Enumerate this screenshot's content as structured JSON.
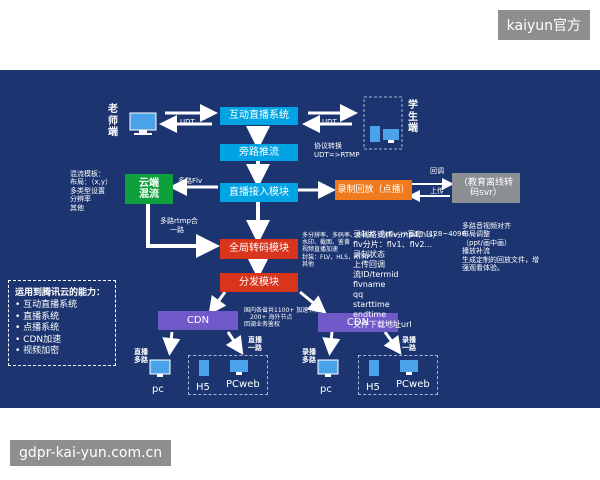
{
  "watermarks": {
    "top": "kaiyun官方",
    "bottom": "gdpr-kai-yun.com.cn"
  },
  "nodes": {
    "teacher": "老师端",
    "student": "学生端",
    "interactive": "互动直播系统",
    "bypass": "旁路推流",
    "ingest": "直播接入模块",
    "mixer": "云端混流",
    "record": "录制回放（点播）",
    "offline": "（教育离线转码svr）",
    "transcode": "全局转码模块",
    "distribute": "分发模块",
    "cdn_left": "CDN",
    "cdn_right": "CDN"
  },
  "labels": {
    "udt_1": "UDT",
    "udt_2": "UDT",
    "protocol_1": "协议转换",
    "protocol_2": "UDT=>RTMP",
    "multi_flv": "多路Flv",
    "multi_rtmp_1": "多路rtmp合",
    "multi_rtmp_2": "一路",
    "callback": "回调",
    "upload": "上传",
    "cdn_note_1": "国内各省共1100+ 加速节点",
    "cdn_note_2": "200+ 海外节点",
    "cdn_note_3": "回调业务鉴权",
    "trans_1": "多分辨率、多码率、多格式（转码+分片）",
    "trans_2": "水印、截图、鉴黄",
    "trans_3": "视频直播加速",
    "trans_4": "封装：FLV，HLS，RTMP",
    "trans_5": "其他"
  },
  "mix_template": [
    "混流模板：",
    "布局：（x,y）",
    "多类型设置",
    "分辨率",
    "其他"
  ],
  "record_fields": [
    "录制格式(flv,mp4,hls)",
    "flv分片：flv1、flv2...",
    "录制状态",
    "上传回调",
    "流ID/termid",
    "flvname",
    "qq",
    "starttime",
    "endtime",
    "文件下载地址url"
  ],
  "record_right_1": "视频(128~4096)",
  "record_right_2": "宽度（128~4096）",
  "offline_notes": [
    "多路音视频对齐",
    "布局调整",
    "（ppt/画中画）",
    "播放补流",
    "生成定制的回放文件，增强观看体验。"
  ],
  "capabilities": {
    "title": "运用到腾讯云的能力：",
    "items": [
      "互动直播系统",
      "直播系统",
      "点播系统",
      "CDN加速",
      "视频加密"
    ]
  },
  "devices_left": {
    "tag_live": "直播多路",
    "tag_single": "直播一路",
    "pc": "pc",
    "h5": "H5",
    "pcweb": "PCweb"
  },
  "devices_right": {
    "tag_live": "录播多路",
    "tag_single": "录播一路",
    "pc": "pc",
    "h5": "H5",
    "pcweb": "PCweb"
  },
  "colors": {
    "panel": "#1c3570",
    "blue_box": "#00a4e4",
    "red_box": "#d9341c",
    "green_box": "#0ea03a",
    "orange_box": "#f07a1e",
    "gray_box": "#8c8f93",
    "cdn_box": "#6f59c9",
    "arrow": "#ffffff"
  }
}
